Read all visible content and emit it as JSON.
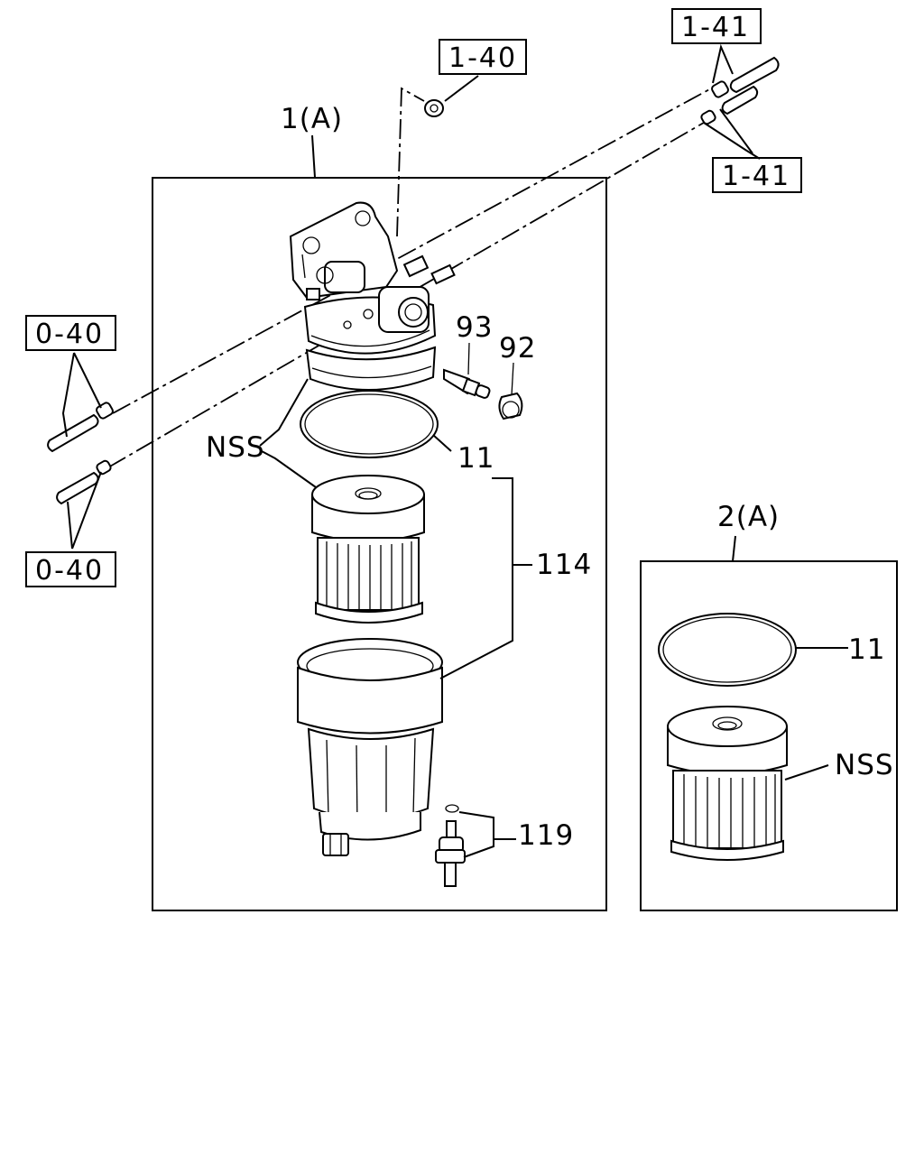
{
  "assembly_1": {
    "label": "1(A)",
    "callouts": {
      "ring": "11",
      "kit": "114",
      "sensor": "119",
      "element": "NSS",
      "fitting_93": "93",
      "fitting_92": "92"
    }
  },
  "assembly_2": {
    "label": "2(A)",
    "callouts": {
      "ring": "11",
      "element": "NSS"
    }
  },
  "references": {
    "top_bolt": "1-40",
    "top_right_upper": "1-41",
    "top_right_lower": "1-41",
    "left_upper": "0-40",
    "left_lower": "0-40"
  }
}
